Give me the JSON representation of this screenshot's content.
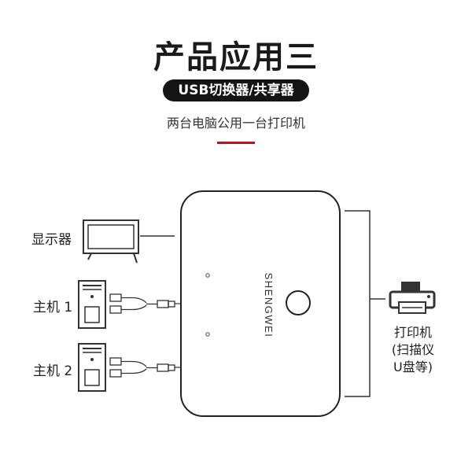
{
  "header": {
    "title": "产品应用三",
    "badge": "USB切换器/共享器",
    "subtitle": "两台电脑公用一台打印机"
  },
  "labels": {
    "monitor": "显示器",
    "host1": "主机 1",
    "host2": "主机 2",
    "printer_line1": "打印机",
    "printer_line2": "(扫描仪",
    "printer_line3": "U盘等)"
  },
  "device": {
    "brand": "SHENGWEI"
  },
  "colors": {
    "accent_red": "#b0171f",
    "badge_bg": "#141414",
    "line": "#333333"
  },
  "icons": [
    "monitor-icon",
    "pc-tower-icon",
    "usb-cable-icon",
    "printer-icon",
    "usb-switch-device"
  ]
}
